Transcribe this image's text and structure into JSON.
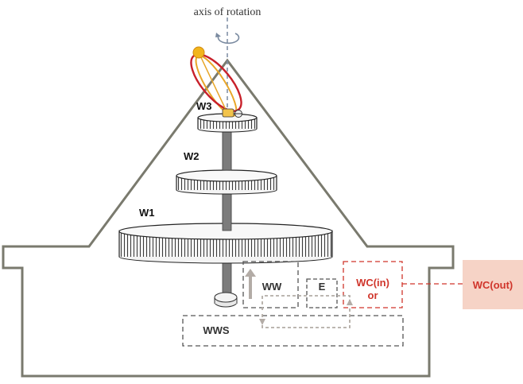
{
  "diagram": {
    "axis_label": "axis of rotation",
    "wheels": [
      {
        "label": "W1"
      },
      {
        "label": "W2"
      },
      {
        "label": "W3"
      }
    ],
    "boxes": {
      "ww": "WW",
      "e": "E",
      "wc_in_line1": "WC(in)",
      "wc_in_line2": "or",
      "wc_out": "WC(out)",
      "wws": "WWS"
    },
    "colors": {
      "outline": "#7a7a6e",
      "gear_fill": "#f2f2f2",
      "gear_stroke": "#333333",
      "axle": "#777777",
      "dashed_box": "#555555",
      "wc_red": "#d0352b",
      "wc_out_fill": "#f6d3c6",
      "flow_arrow": "#b3aca6",
      "orbit_red": "#c8202a",
      "orbit_orange": "#e8a628",
      "sun": "#f2b51c",
      "axis_line": "#7a8aa0"
    }
  }
}
